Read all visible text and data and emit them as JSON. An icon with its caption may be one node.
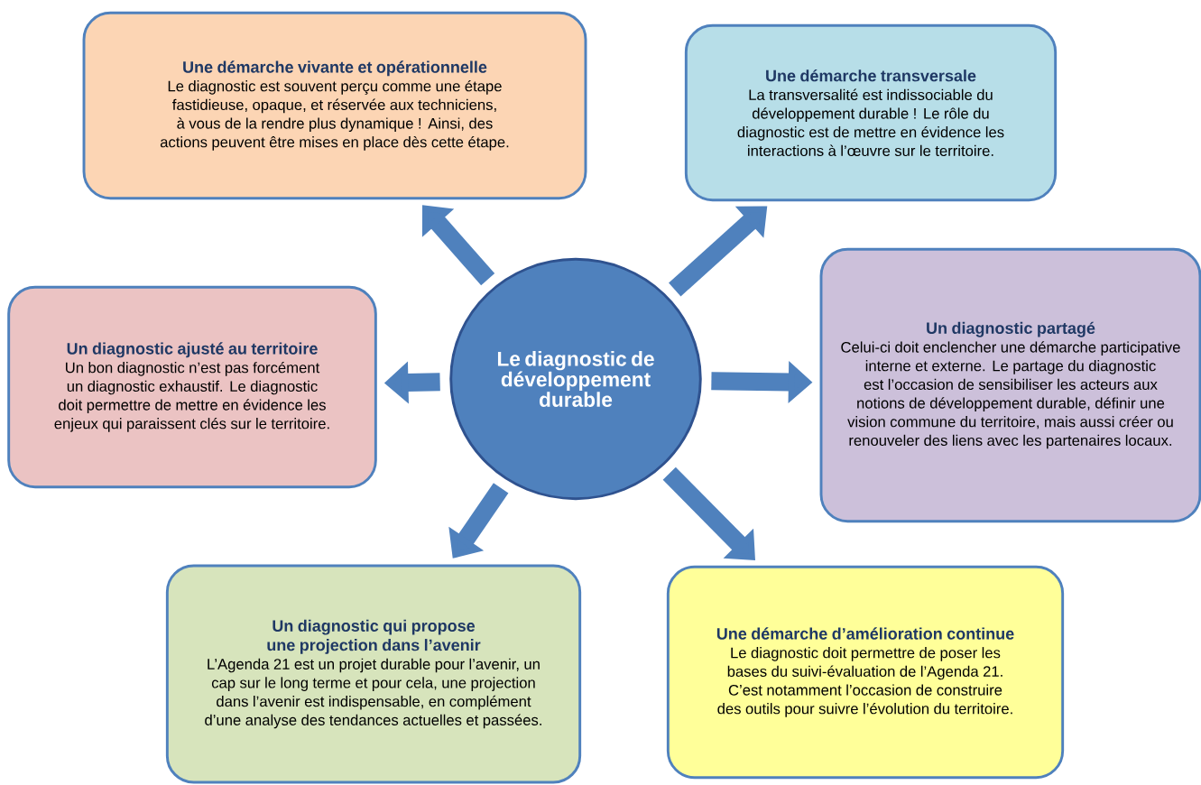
{
  "diagram": {
    "nodes": [
      {
        "text": [
          "Une démarche vivante et opérationnelle",
          "Le diagnostic est souvent perçu comme une étape fastidieuse, opaque, et réservée aux techniciens, à vous de la rendre plus dynamique ! Ainsi, des actions peuvent être mises en place dès cette étape."
        ]
      },
      {
        "text": [
          "Une démarche transversale",
          "La transversalité est indissociable du développement durable ! Le rôle du diagnostic est de mettre en évidence les interactions à l’œuvre sur le territoire."
        ]
      },
      {
        "text": [
          "Un diagnostic ajusté au territoire",
          "Un bon diagnostic n’est pas forcément un diagnostic exhaustif. Le diagnostic doit permettre de mettre en évidence les enjeux qui paraissent clés sur le territoire."
        ]
      },
      {
        "text": [
          "Le diagnostic de développement durable"
        ]
      },
      {
        "text": [
          "Un diagnostic partagé",
          "Celui-ci doit enclencher une démarche participative interne et externe. Le partage du diagnostic est l’occasion de sensibiliser les acteurs aux notions de développement durable, définir une vision commune du territoire, mais aussi créer ou renouveler des liens avec les partenaires locaux."
        ]
      },
      {
        "text": [
          "Un diagnostic qui propose une projection dans l’avenir",
          "L’Agenda 21 est un projet durable pour l’avenir, un cap sur le long terme et pour cela, une projection dans l’avenir est indispensable, en complément d’une analyse des tendances actuelles et passées."
        ]
      },
      {
        "text": [
          "Une démarche d’amélioration continue",
          "Le diagnostic doit permettre de poser les bases du suivi-évaluation de l’Agenda 21. C’est notamment l’occasion de construire des outils pour suivre l’évolution du territoire."
        ]
      }
    ],
    "edges": [
      {
        "from": 3,
        "to": 0,
        "arrow": "to"
      },
      {
        "from": 3,
        "to": 1,
        "arrow": "to"
      },
      {
        "from": 3,
        "to": 2,
        "arrow": "to"
      },
      {
        "from": 3,
        "to": 4,
        "arrow": "to"
      },
      {
        "from": 3,
        "to": 5,
        "arrow": "to"
      },
      {
        "from": 3,
        "to": 6,
        "arrow": "to"
      }
    ]
  }
}
